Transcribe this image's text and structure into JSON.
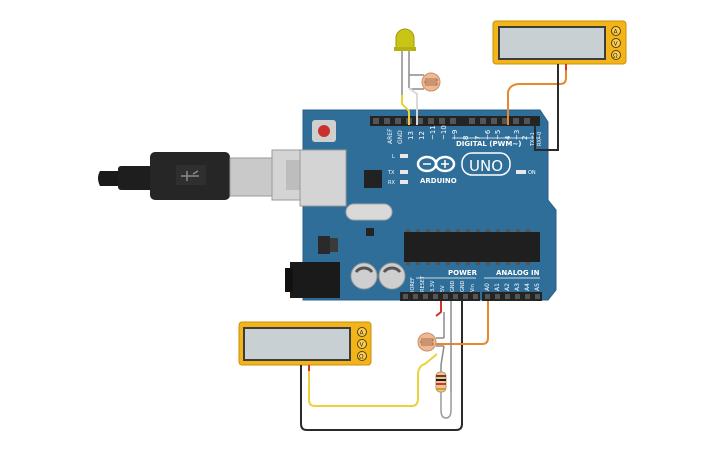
{
  "board": {
    "logo_text": "ARDUINO",
    "model": "UNO",
    "digital_label": "DIGITAL (PWM~)",
    "power_label": "POWER",
    "analog_label": "ANALOG IN",
    "aref_label": "AREF",
    "gnd_label": "GND",
    "on_label": "ON",
    "l_label": "L",
    "tx_label": "TX",
    "rx_label": "RX",
    "digital_pins": [
      "13",
      "12",
      "~11",
      "~10",
      "~9",
      "8",
      "7",
      "~6",
      "~5",
      "4",
      "~3",
      "2",
      "TX→1",
      "RX←0"
    ],
    "power_pins": [
      "IOREF",
      "RESET",
      "3.3V",
      "5V",
      "GND",
      "GND",
      "Vin"
    ],
    "analog_pins": [
      "A0",
      "A1",
      "A2",
      "A3",
      "A4",
      "A5"
    ]
  },
  "multimeter_top": {
    "terminals": [
      "A",
      "V",
      "Ω"
    ]
  },
  "multimeter_bottom": {
    "terminals": [
      "A",
      "V",
      "Ω"
    ]
  },
  "colors": {
    "board": "#2f6e99",
    "wire_orange": "#e8882b",
    "wire_red": "#d9302a",
    "wire_black": "#2a2a2a",
    "wire_yellow": "#e9d23a",
    "meter": "#f2b418",
    "led": "#c9c516"
  }
}
